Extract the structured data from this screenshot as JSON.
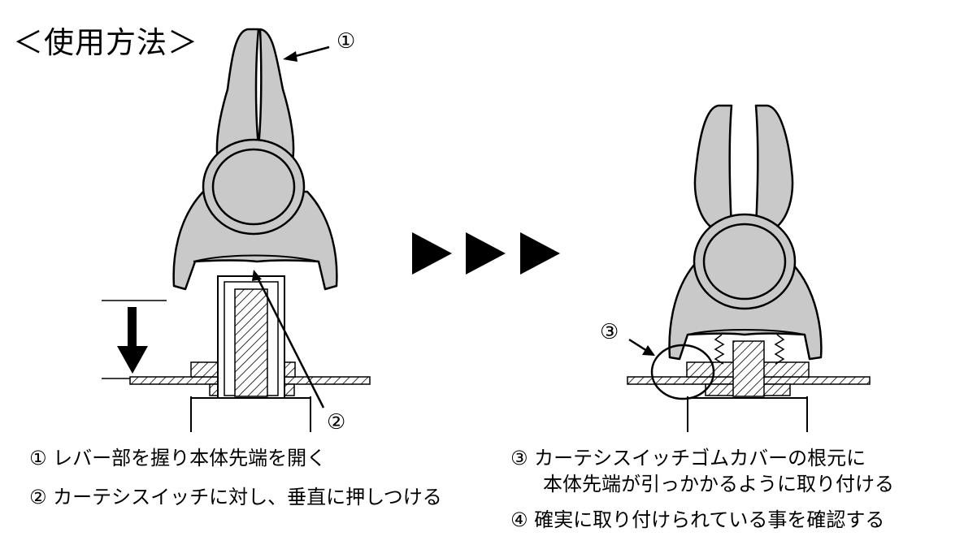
{
  "title": "＜使用方法＞",
  "labels": {
    "one": "①",
    "two": "②",
    "three": "③"
  },
  "steps": [
    {
      "num": "①",
      "text": "レバー部を握り本体先端を開く"
    },
    {
      "num": "②",
      "text": "カーテシスイッチに対し、垂直に押しつける"
    },
    {
      "num": "③",
      "text": "カーテシスイッチゴムカバーの根元に"
    },
    {
      "num": "",
      "text": "本体先端が引っかかるように取り付ける"
    },
    {
      "num": "④",
      "text": "確実に取り付けられている事を確認する"
    }
  ],
  "colors": {
    "tool_fill": "#c9c9c9",
    "outline": "#000000"
  }
}
